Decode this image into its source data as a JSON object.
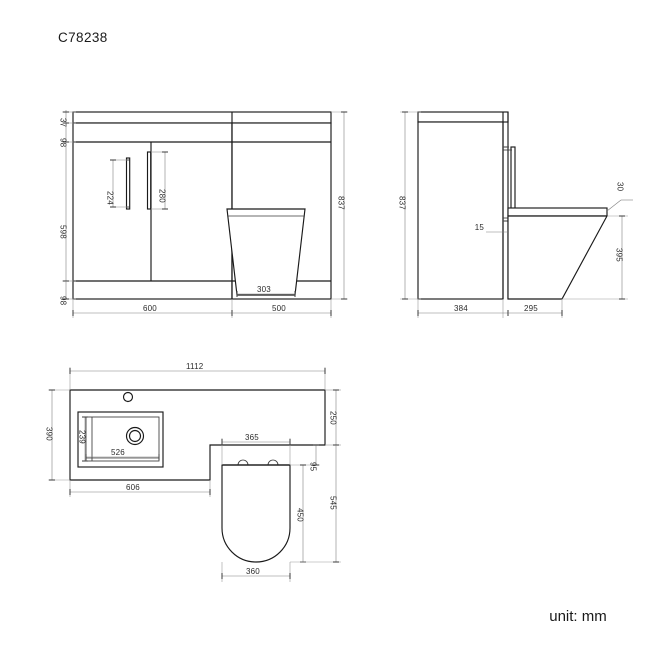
{
  "drawing": {
    "title": "C78238",
    "unit_note": "unit: mm",
    "line_color": "#1a1a1a",
    "dimension_color": "#808080"
  },
  "views": {
    "front_elevation": {
      "name": "front-elevation-view",
      "dimensions": {
        "worktop_thickness": "37",
        "drawer_band_top": "98",
        "door_height": "598",
        "plinth_height": "98",
        "overall_height": "837",
        "handle_left": "224",
        "handle_right": "280",
        "toilet_base_width": "303",
        "cabinet_width": "600",
        "toilet_module_width": "500"
      }
    },
    "side_elevation": {
      "name": "side-elevation-view",
      "dimensions": {
        "overall_height": "837",
        "seat_thickness": "30",
        "pan_height": "395",
        "gap": "15",
        "cabinet_depth": "384",
        "pan_depth": "295"
      }
    },
    "plan": {
      "name": "plan-view",
      "dimensions": {
        "overall_width": "1112",
        "basin_depth": "390",
        "bowl_inner_depth": "239",
        "bowl_inner_width": "526",
        "basin_width": "606",
        "rear_offset": "250",
        "cistern_width": "365",
        "cistern_depth": "95",
        "pan_length": "450",
        "total_pan_depth": "545",
        "pan_width": "360"
      }
    }
  }
}
